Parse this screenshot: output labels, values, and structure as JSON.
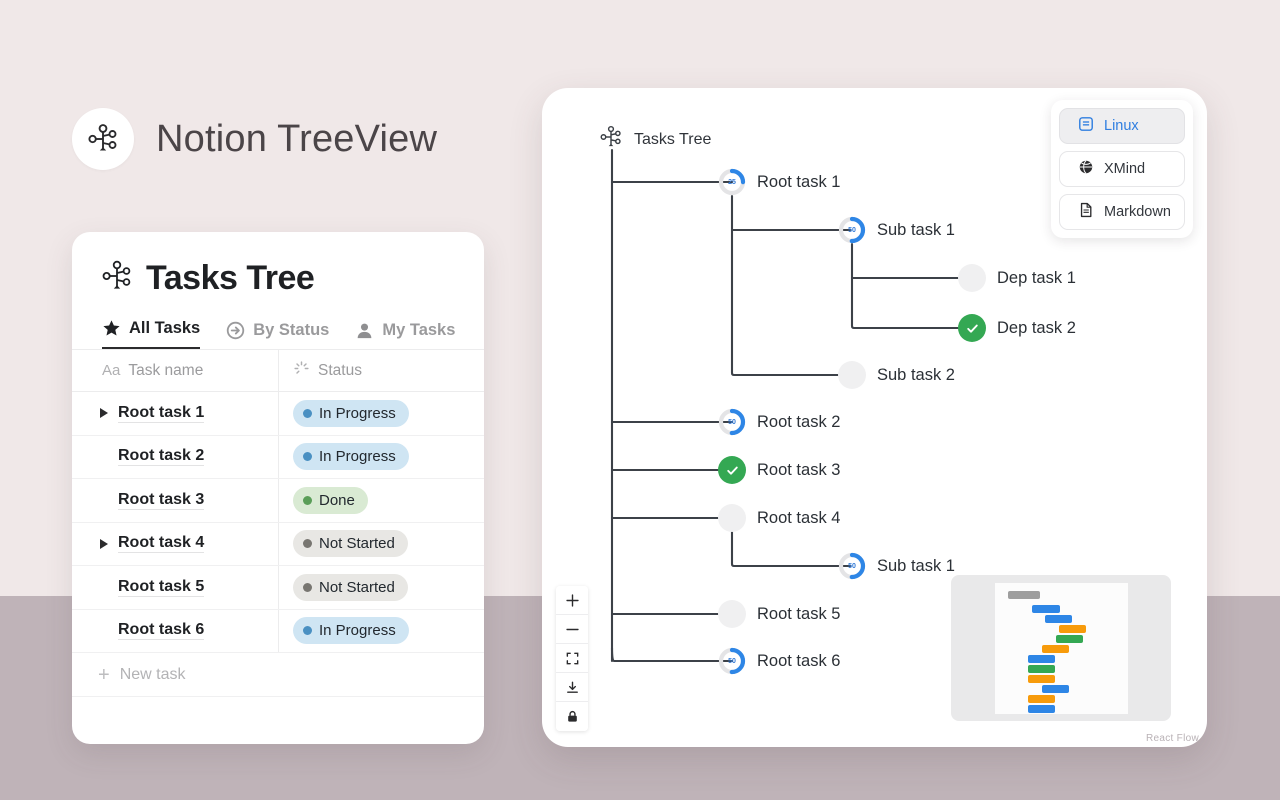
{
  "brand": {
    "title": "Notion TreeView",
    "logo_icon": "tree-nodes-icon"
  },
  "left_panel": {
    "title": "Tasks Tree",
    "title_icon": "tree-nodes-icon",
    "tabs": [
      {
        "label": "All Tasks",
        "icon": "star-icon",
        "active": true
      },
      {
        "label": "By Status",
        "icon": "arrow-circle-icon",
        "active": false
      },
      {
        "label": "My Tasks",
        "icon": "person-icon",
        "active": false
      }
    ],
    "columns": [
      {
        "label": "Task name",
        "icon": "text-aa-icon"
      },
      {
        "label": "Status",
        "icon": "spinner-icon"
      }
    ],
    "rows": [
      {
        "name": "Root task 1",
        "status": "In Progress",
        "status_kind": "inprogress",
        "expandable": true
      },
      {
        "name": "Root task 2",
        "status": "In Progress",
        "status_kind": "inprogress",
        "expandable": false
      },
      {
        "name": "Root task 3",
        "status": "Done",
        "status_kind": "done",
        "expandable": false
      },
      {
        "name": "Root task 4",
        "status": "Not Started",
        "status_kind": "notstarted",
        "expandable": true
      },
      {
        "name": "Root task 5",
        "status": "Not Started",
        "status_kind": "notstarted",
        "expandable": false
      },
      {
        "name": "Root task 6",
        "status": "In Progress",
        "status_kind": "inprogress",
        "expandable": false
      }
    ],
    "new_task_label": "New task"
  },
  "right_panel": {
    "root_label": "Tasks Tree",
    "root_icon": "tree-nodes-icon",
    "nodes": [
      {
        "label": "Root task 1",
        "kind": "progress",
        "progress": 25,
        "depth": 1
      },
      {
        "label": "Sub task 1",
        "kind": "progress",
        "progress": 50,
        "depth": 2
      },
      {
        "label": "Dep task 1",
        "kind": "empty",
        "progress": 0,
        "depth": 3
      },
      {
        "label": "Dep task 2",
        "kind": "done",
        "progress": 100,
        "depth": 3
      },
      {
        "label": "Sub task 2",
        "kind": "empty",
        "progress": 0,
        "depth": 2
      },
      {
        "label": "Root task 2",
        "kind": "progress",
        "progress": 50,
        "depth": 1
      },
      {
        "label": "Root task 3",
        "kind": "done",
        "progress": 100,
        "depth": 1
      },
      {
        "label": "Root task 4",
        "kind": "empty",
        "progress": 0,
        "depth": 1
      },
      {
        "label": "Sub task 1",
        "kind": "progress",
        "progress": 50,
        "depth": 2
      },
      {
        "label": "Root task 5",
        "kind": "empty",
        "progress": 0,
        "depth": 1
      },
      {
        "label": "Root task 6",
        "kind": "progress",
        "progress": 50,
        "depth": 1
      }
    ],
    "export_buttons": [
      {
        "label": "Linux",
        "icon": "linux-file-icon",
        "selected": true
      },
      {
        "label": "XMind",
        "icon": "xmind-globe-icon",
        "selected": false
      },
      {
        "label": "Markdown",
        "icon": "document-icon",
        "selected": false
      }
    ],
    "controls": [
      {
        "name": "zoom-in-button",
        "icon": "plus-icon"
      },
      {
        "name": "zoom-out-button",
        "icon": "minus-icon"
      },
      {
        "name": "fit-view-button",
        "icon": "fit-screen-icon"
      },
      {
        "name": "download-button",
        "icon": "download-icon"
      },
      {
        "name": "lock-button",
        "icon": "lock-icon"
      }
    ],
    "watermark": "React Flow"
  },
  "colors": {
    "accent_blue": "#2f7ee0",
    "progress_blue": "#2e86e6",
    "done_green": "#34a853",
    "empty_gray": "#f0f0f1",
    "bg_top": "#f0e8e8",
    "bg_bottom": "#bfb3b8"
  }
}
